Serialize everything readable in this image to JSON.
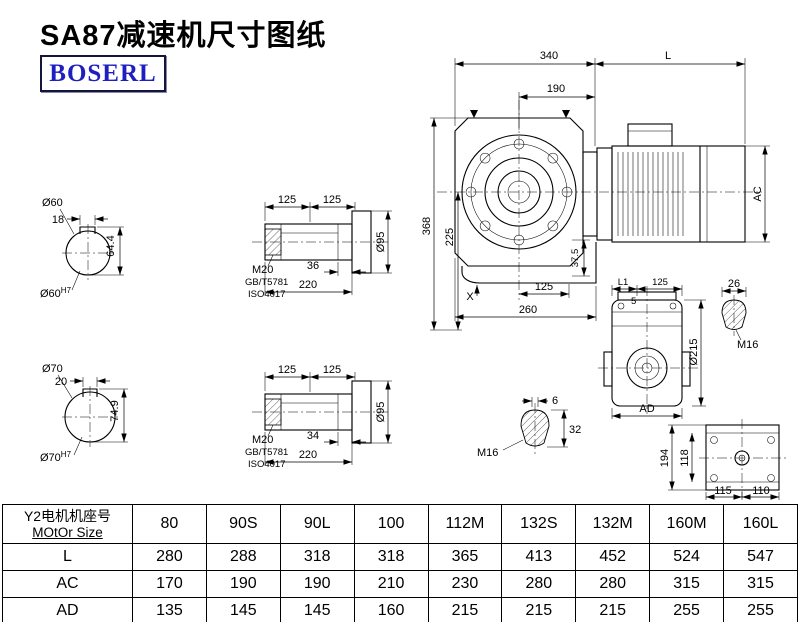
{
  "header": {
    "title": "SA87减速机尺寸图纸",
    "logo": "BOSERL"
  },
  "main_view": {
    "dim_340": "340",
    "dim_L": "L",
    "dim_190": "190",
    "dim_368": "368",
    "dim_225": "225",
    "dim_AC": "AC",
    "dim_37_5": "37.5",
    "label_X": "X",
    "dim_125": "125",
    "dim_260": "260"
  },
  "shaft60": {
    "dia": "Ø60",
    "key_w": "18",
    "height": "64.4",
    "fit_base": "Ø60",
    "fit_sup": "H7"
  },
  "shaft70": {
    "dia": "Ø70",
    "key_w": "20",
    "height": "74.9",
    "fit_base": "Ø70",
    "fit_sup": "H7"
  },
  "shaft_detail_top": {
    "dim_125a": "125",
    "dim_125b": "125",
    "label_thread": "M20",
    "label_std1": "GB/T5781",
    "label_std2": "ISO4017",
    "dim_key": "36",
    "dim_total": "220",
    "dim_dia": "Ø95"
  },
  "shaft_detail_bottom": {
    "dim_125a": "125",
    "dim_125b": "125",
    "label_thread": "M20",
    "label_std1": "GB/T5781",
    "label_std2": "ISO4017",
    "dim_key": "34",
    "dim_total": "220",
    "dim_dia": "Ø95"
  },
  "side_view": {
    "dim_L1": "L1",
    "dim_125": "125",
    "dim_5": "5",
    "dim_dia215": "Ø215",
    "dim_AD": "AD"
  },
  "key_detail_right": {
    "dim_26": "26",
    "label_thread": "M16"
  },
  "key_detail_bottom": {
    "dim_6": "6",
    "dim_32": "32",
    "label_thread": "M16"
  },
  "rear_view": {
    "dim_194": "194",
    "dim_118": "118",
    "dim_115": "115",
    "dim_110": "110"
  },
  "table": {
    "header_line1": "Y2电机机座号",
    "header_line2": "MOtOr Size",
    "sizes": [
      "80",
      "90S",
      "90L",
      "100",
      "112M",
      "132S",
      "132M",
      "160M",
      "160L"
    ],
    "rows": [
      {
        "label": "L",
        "values": [
          "280",
          "288",
          "318",
          "318",
          "365",
          "413",
          "452",
          "524",
          "547"
        ]
      },
      {
        "label": "AC",
        "values": [
          "170",
          "190",
          "190",
          "210",
          "230",
          "280",
          "280",
          "315",
          "315"
        ]
      },
      {
        "label": "AD",
        "values": [
          "135",
          "145",
          "145",
          "160",
          "215",
          "215",
          "215",
          "255",
          "255"
        ]
      }
    ]
  }
}
